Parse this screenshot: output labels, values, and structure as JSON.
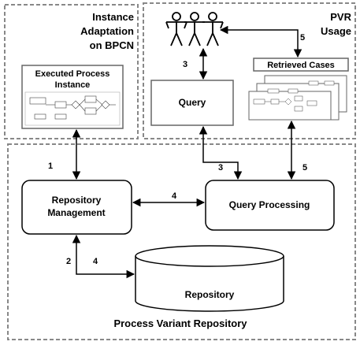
{
  "regions": {
    "instance_adaptation": {
      "title_line1": "Instance",
      "title_line2": "Adaptation",
      "title_line3": "on BPCN"
    },
    "pvr_usage": {
      "title_line1": "PVR",
      "title_line2": "Usage"
    },
    "repository": {
      "title": "Process Variant Repository"
    }
  },
  "nodes": {
    "executed_process": {
      "line1": "Executed Process",
      "line2": "Instance"
    },
    "query": {
      "label": "Query"
    },
    "retrieved_cases": {
      "label": "Retrieved Cases"
    },
    "repository_management": {
      "line1": "Repository",
      "line2": "Management"
    },
    "query_processing": {
      "label": "Query Processing"
    },
    "repository_store": {
      "label": "Repository"
    }
  },
  "edges": {
    "users_query": "3",
    "users_retrieved": "5",
    "executed_repomgmt": "1",
    "query_queryproc": "3",
    "retrieved_queryproc": "5",
    "repomgmt_queryproc": "4",
    "repomgmt_repo_store": "2",
    "repomgmt_repo_retrieve": "4"
  },
  "icons": [
    "user-icon",
    "user-icon",
    "user-icon"
  ]
}
